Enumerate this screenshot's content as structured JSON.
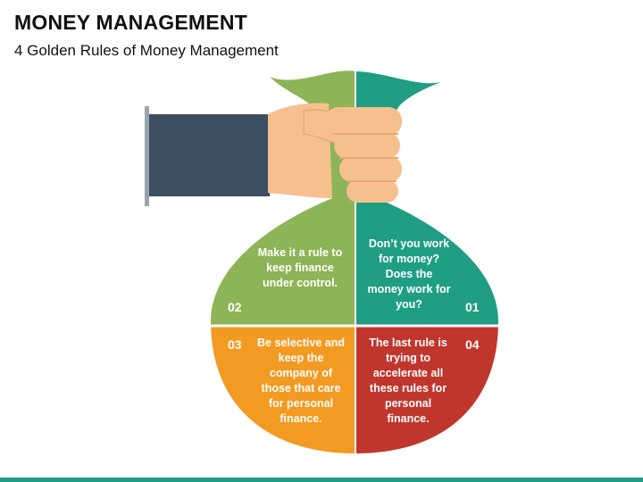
{
  "header": {
    "title": "MONEY MANAGEMENT",
    "subtitle": "4 Golden Rules of Money Management"
  },
  "quadrants": [
    {
      "number": "01",
      "text": "Don’t you work for money? Does the money work for you?",
      "color": "#1F9E84"
    },
    {
      "number": "02",
      "text": "Make it a rule to keep finance under control.",
      "color": "#8DB456"
    },
    {
      "number": "03",
      "text": "Be selective and keep the company of those that care for personal finance.",
      "color": "#F39A22"
    },
    {
      "number": "04",
      "text": "The last rule is trying to accelerate all these rules for personal finance.",
      "color": "#C0362D"
    }
  ],
  "colors": {
    "sleeve": "#3F4F63",
    "cuff": "#9AA3AD",
    "skin": "#F6C08E",
    "skin_shadow": "#E9A877",
    "bottom_bar": "#1F9E84"
  },
  "icons": [
    "money-bag-icon",
    "hand-icon"
  ]
}
